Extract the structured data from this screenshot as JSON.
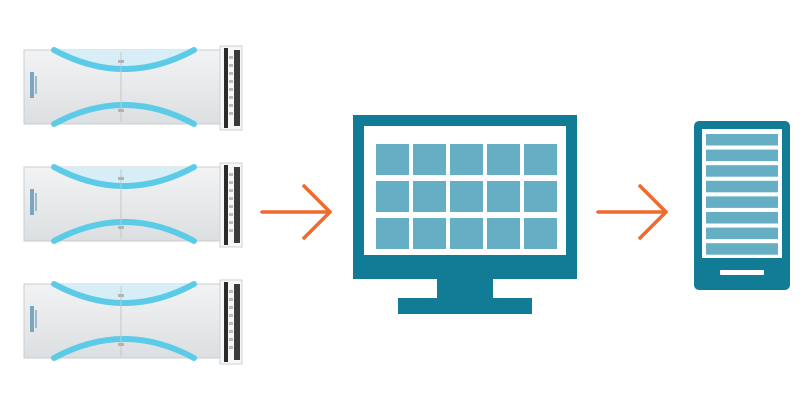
{
  "colors": {
    "background": "#ffffff",
    "primary_teal": "#127b96",
    "tile_blue": "#66aec3",
    "screen_white": "#ffffff",
    "arrow_orange": "#ef6a2c",
    "server_body": "#e5e7e8",
    "server_accent": "#5ccbe8",
    "server_accent_light": "#d8eef6",
    "server_bezel": "#2a2a2a"
  },
  "diagram": {
    "servers": [
      {
        "icon": "server-unit-icon"
      },
      {
        "icon": "server-unit-icon"
      },
      {
        "icon": "server-unit-icon"
      }
    ],
    "arrows": [
      {
        "icon": "arrow-right-icon",
        "from": "servers",
        "to": "monitor"
      },
      {
        "icon": "arrow-right-icon",
        "from": "monitor",
        "to": "tablet"
      }
    ],
    "monitor": {
      "icon": "desktop-monitor-icon",
      "tile_rows": 3,
      "tile_cols": 5
    },
    "tablet": {
      "icon": "tablet-icon",
      "list_rows": 8
    }
  }
}
